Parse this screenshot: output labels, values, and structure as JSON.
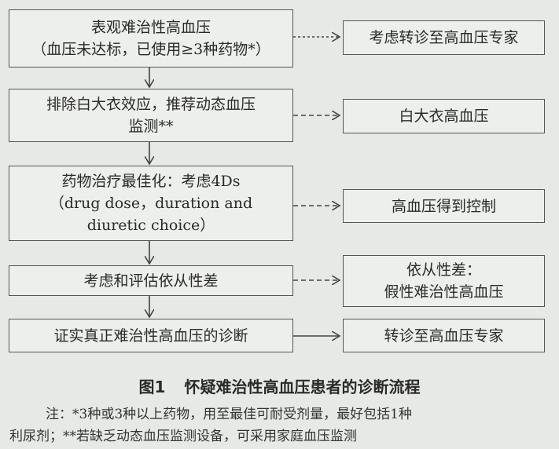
{
  "nodes": {
    "step1": {
      "line1": "表观难治性高血压",
      "line2": "（血压未达标，已使用≥3种药物*）"
    },
    "step2": {
      "line1": "排除白大衣效应，推荐动态血压",
      "line2": "监测**"
    },
    "step3": {
      "line1": "药物治疗最佳化：考虑4Ds",
      "line2": "（drug dose，duration and",
      "line3": "diuretic choice）"
    },
    "step4": {
      "line1": "考虑和评估依从性差"
    },
    "step5": {
      "line1": "证实真正难治性高血压的诊断"
    },
    "out1": {
      "line1": "考虑转诊至高血压专家"
    },
    "out2": {
      "line1": "白大衣高血压"
    },
    "out3": {
      "line1": "高血压得到控制"
    },
    "out4": {
      "line1": "依从性差：",
      "line2": "假性难治性高血压"
    },
    "out5": {
      "line1": "转诊至高血压专家"
    }
  },
  "caption": {
    "label": "图1",
    "title": "怀疑难治性高血压患者的诊断流程"
  },
  "note": {
    "line1": "注：*3种或3种以上药物，用至最佳可耐受剂量，最好包括1种",
    "line2": "利尿剂；**若缺乏动态血压监测设备，可采用家庭血压监测"
  },
  "colors": {
    "background": "#e7e9e6",
    "border": "#555555",
    "text": "#2a2a2a"
  }
}
